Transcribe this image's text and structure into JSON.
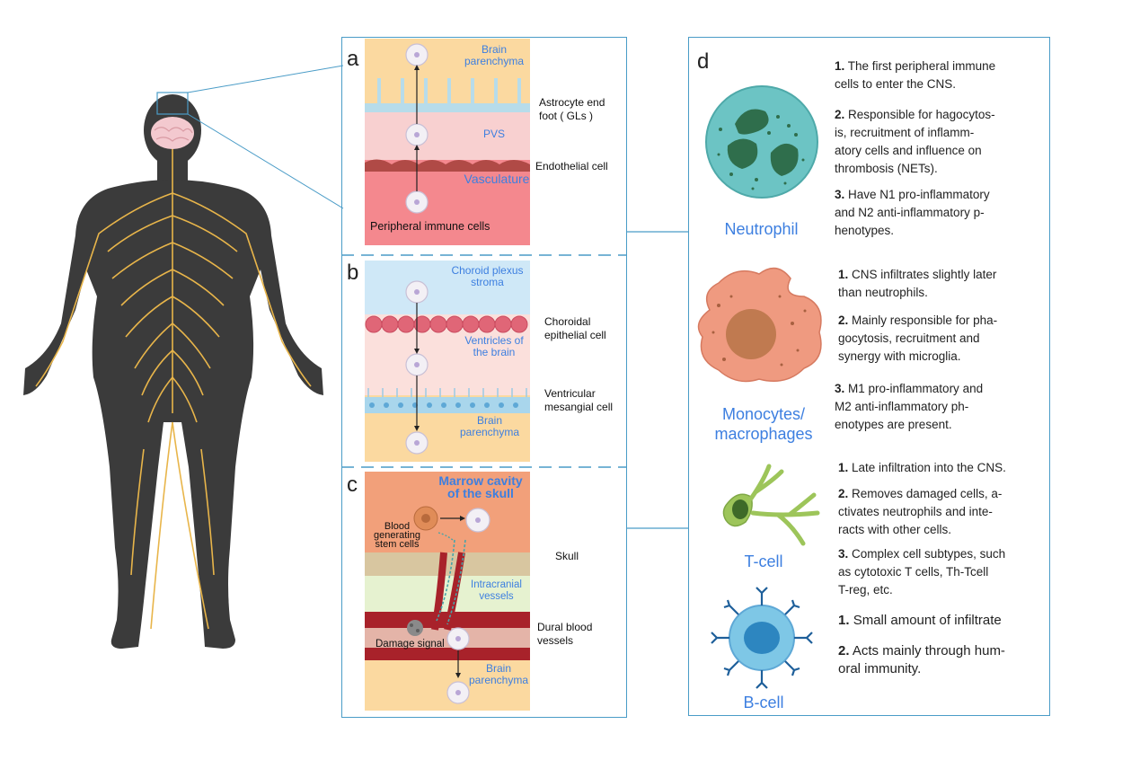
{
  "panels": {
    "a": {
      "label": "a",
      "brain_parenchyma": "Brain\nparenchyma",
      "pvs": "PVS",
      "vasculature": "Vasculature",
      "peripheral": "Peripheral immune cells",
      "astrocyte": "Astrocyte end\nfoot ( GLs )",
      "endothelial": "Endothelial cell"
    },
    "b": {
      "label": "b",
      "choroid_stroma": "Choroid plexus\nstroma",
      "ventricles": "Ventricles of\nthe brain",
      "brain_parenchyma": "Brain\nparenchyma",
      "choroidal_epithelial": "Choroidal\nepithelial cell",
      "ventricular_mesangial": "Ventricular\nmesangial cell"
    },
    "c": {
      "label": "c",
      "marrow": "Marrow cavity\nof the skull",
      "blood_generating": "Blood\ngenerating\nstem cells",
      "intracranial": "Intracranial\nvessels",
      "damage": "Damage signal",
      "brain_parenchyma": "Brain\nparenchyma",
      "skull": "Skull",
      "dural": "Dural blood\nvessels"
    },
    "d": {
      "label": "d",
      "cells": [
        {
          "name": "Neutrophil",
          "items": [
            {
              "num": "1.",
              "text": "The first peripheral immune\ncells to enter the CNS."
            },
            {
              "num": "2.",
              "text": "Responsible for hagocytos-\nis, recruitment of inflamm-\natory cells and influence on\nthrombosis (NETs)."
            },
            {
              "num": "3.",
              "text": "Have N1 pro-inflammatory\nand N2 anti-inflammatory p-\nhenotypes."
            }
          ]
        },
        {
          "name": "Monocytes/\nmacrophages",
          "items": [
            {
              "num": "1.",
              "text": "CNS infiltrates slightly later\nthan neutrophils."
            },
            {
              "num": "2.",
              "text": "Mainly responsible for pha-\ngocytosis, recruitment and\nsynergy with microglia."
            },
            {
              "num": "3.",
              "text": "M1 pro-inflammatory and\nM2 anti-inflammatory ph-\nenotypes are present."
            }
          ]
        },
        {
          "name": "T-cell",
          "items": [
            {
              "num": "1.",
              "text": "Late infiltration into the CNS."
            },
            {
              "num": "2.",
              "text": "Removes damaged cells, a-\nctivates neutrophils and inte-\nracts with other cells."
            },
            {
              "num": "3.",
              "text": "Complex cell subtypes, such\nas cytotoxic T cells, Th-Tcell\nT-reg, etc."
            }
          ]
        },
        {
          "name": "B-cell",
          "items": [
            {
              "num": "1.",
              "text": "Small amount of infiltrate"
            },
            {
              "num": "2.",
              "text": "Acts mainly through hum-\noral immunity."
            }
          ]
        }
      ]
    }
  },
  "colors": {
    "frame": "#4a9cc7",
    "label_blue": "#3d7fe0",
    "body_dark": "#3b3b3b",
    "nerve": "#e8b54a",
    "neutrophil": "#6cc4c4",
    "macrophage": "#ef9a80",
    "tcell": "#9dc55a",
    "bcell": "#7ec7e6"
  }
}
